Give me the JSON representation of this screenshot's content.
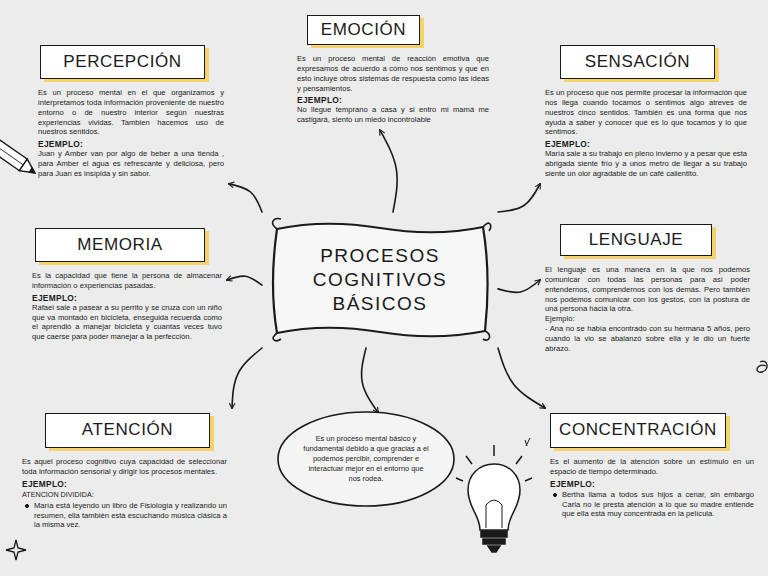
{
  "diagram": {
    "nodes": [
      {
        "text": [
          "EMOCIÓN",
          "Es un proceso mental de reacción emotiva que expresamos de acuerdo a cómo nos sentimos y que en esto incluye otros sistemas de respuesta como las ideas y pensamientos.",
          "EJEMPLO:",
          "No llegue temprano a casa y si entro mi mamá me castigará, siento un miedo incontrolable"
        ]
      },
      {
        "text": [
          "PERCEPCIÓN",
          "Es un proceso mental en el que organizamos y interpretamos toda información proveniente de nuestro entorno o de nuestro interior según nuestras experiencias vividas. Tambien hacemos uso de nuestros sentidos.",
          "EJEMPLO:",
          "Juan y Amber van por algo de beber a una tienda , para Amber el agua es refrescante y deliciosa, pero para Juan es insípida y sin sabor."
        ]
      },
      {
        "text": [
          "SENSACIÓN",
          "Es un proceso que nos permite procesar la información que nos llega cuando tocamos o sentimos algo atreves de nuestros cinco sentidos. También es una forma que nos ayuda a saber y conocer qué es lo que tocamos y lo que sentimos.",
          "EJEMPLO:",
          "María sale a su trabajo en pleno invierno y a pesar que esta abrigada siente frío y a unos metro de llegar a su trabajo siente un olor agradable de un café calientito."
        ]
      },
      {
        "text": [
          "MEMORIA",
          "Es la capacidad que tiene la persona de almacenar información o experiencias pasadas.",
          "EJEMPLO:",
          "Rafael sale a pasear a su perrito y se cruza con un niño que va montado en bicicleta, enseguida recuerda como el aprendió a manejar bicicleta y cuantas veces tuvo que caerse para poder manejar a la perfección."
        ]
      },
      {
        "text": [
          "PROCESOS COGNITIVOS BÁSICOS"
        ]
      },
      {
        "text": [
          "LENGUAJE",
          "El lenguaje es una manera en la que nos podemos comunicar con todas las personas para así poder entendernos, comprendernos con los demás. Pero también nos podemos comunicar con los gestos, con la postura de una persona hacia la otra.",
          "Ejemplo:",
          "- Ana no se había encontrado con su hermana 5 años, pero cuando la vio se abalanzó sobre ella y le dio un fuerte abrazo."
        ]
      },
      {
        "text": [
          "ATENCIÓN",
          "Es aquel proceso cognitivo cuya capacidad de seleccionar toda información sensorial y dirigir los procesos mentales.",
          "EJEMPLO:",
          "ATENCION DIVIDIDA:",
          "María está leyendo un libro de Fisiología y realizando un resumen, ella también está escuchando música clásica a la misma vez."
        ]
      },
      {
        "text": [
          "Es un proceso mental básico y fundamental debido a que gracias a el podemos percibir, comprender e interactuar mejor en el entorno que nos rodea."
        ]
      },
      {
        "text": [
          "CONCENTRACIÓN",
          "Es el aumento de la atención sobre un estímulo en un espacio de tiempo determinado.",
          "EJEMPLO:",
          "Bertha llama a todos sus hijos a cenar, sin embargo Carla no le presta atención a lo que su madre entiende que ella está muy concentrada en la película."
        ]
      }
    ],
    "edges": [
      {
        "from": 4,
        "to": 0,
        "arrow": "to"
      },
      {
        "from": 4,
        "to": 1,
        "arrow": "to"
      },
      {
        "from": 4,
        "to": 2,
        "arrow": "to"
      },
      {
        "from": 4,
        "to": 3,
        "arrow": "to"
      },
      {
        "from": 4,
        "to": 5,
        "arrow": "to"
      },
      {
        "from": 4,
        "to": 6,
        "arrow": "to"
      },
      {
        "from": 4,
        "to": 7,
        "arrow": "to"
      },
      {
        "from": 4,
        "to": 8,
        "arrow": "to"
      }
    ]
  }
}
